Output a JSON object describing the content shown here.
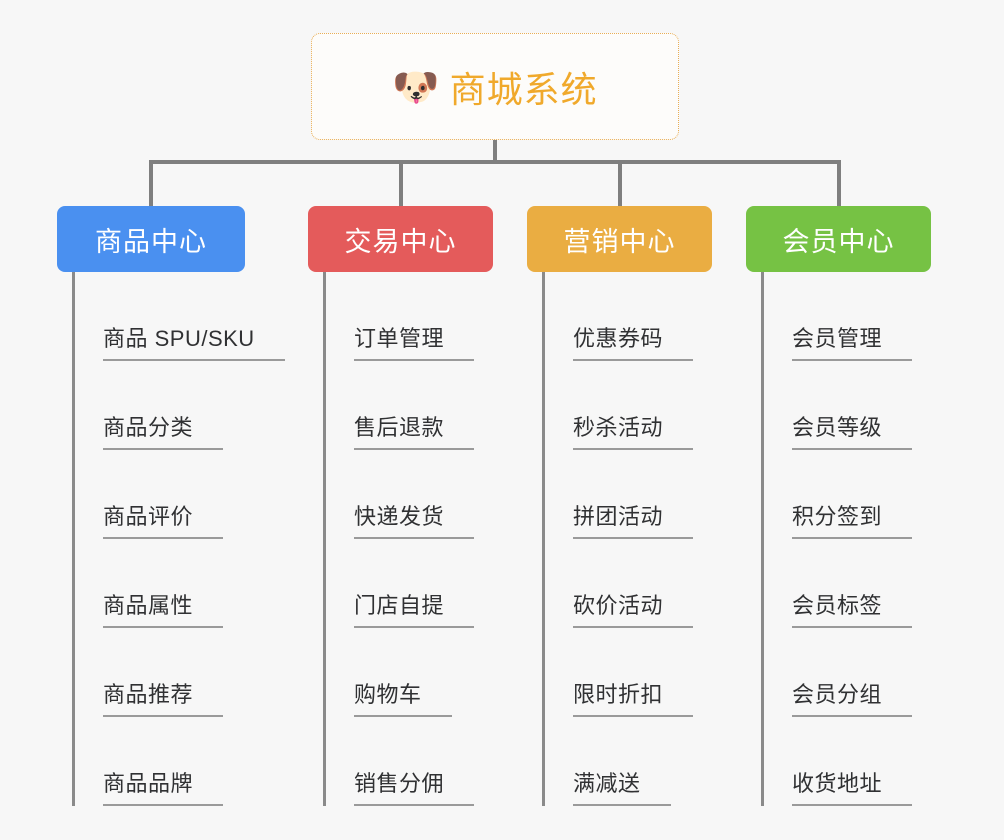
{
  "diagram": {
    "type": "org-chart",
    "background_color": "#f7f7f7",
    "root": {
      "title": "商城系统",
      "icon": "dog-face-emoji",
      "icon_glyph": "🐶",
      "title_color": "#f0a92b",
      "border_color": "#e9ae55"
    },
    "columns": [
      {
        "id": "product-center",
        "title": "商品中心",
        "color": "#4a90f0",
        "items": [
          "商品 SPU/SKU",
          "商品分类",
          "商品评价",
          "商品属性",
          "商品推荐",
          "商品品牌"
        ]
      },
      {
        "id": "trade-center",
        "title": "交易中心",
        "color": "#e45b5b",
        "items": [
          "订单管理",
          "售后退款",
          "快递发货",
          "门店自提",
          "购物车",
          "销售分佣"
        ]
      },
      {
        "id": "marketing-center",
        "title": "营销中心",
        "color": "#eaad42",
        "items": [
          "优惠券码",
          "秒杀活动",
          "拼团活动",
          "砍价活动",
          "限时折扣",
          "满减送"
        ]
      },
      {
        "id": "member-center",
        "title": "会员中心",
        "color": "#76c244",
        "items": [
          "会员管理",
          "会员等级",
          "积分签到",
          "会员标签",
          "会员分组",
          "收货地址"
        ]
      }
    ]
  }
}
